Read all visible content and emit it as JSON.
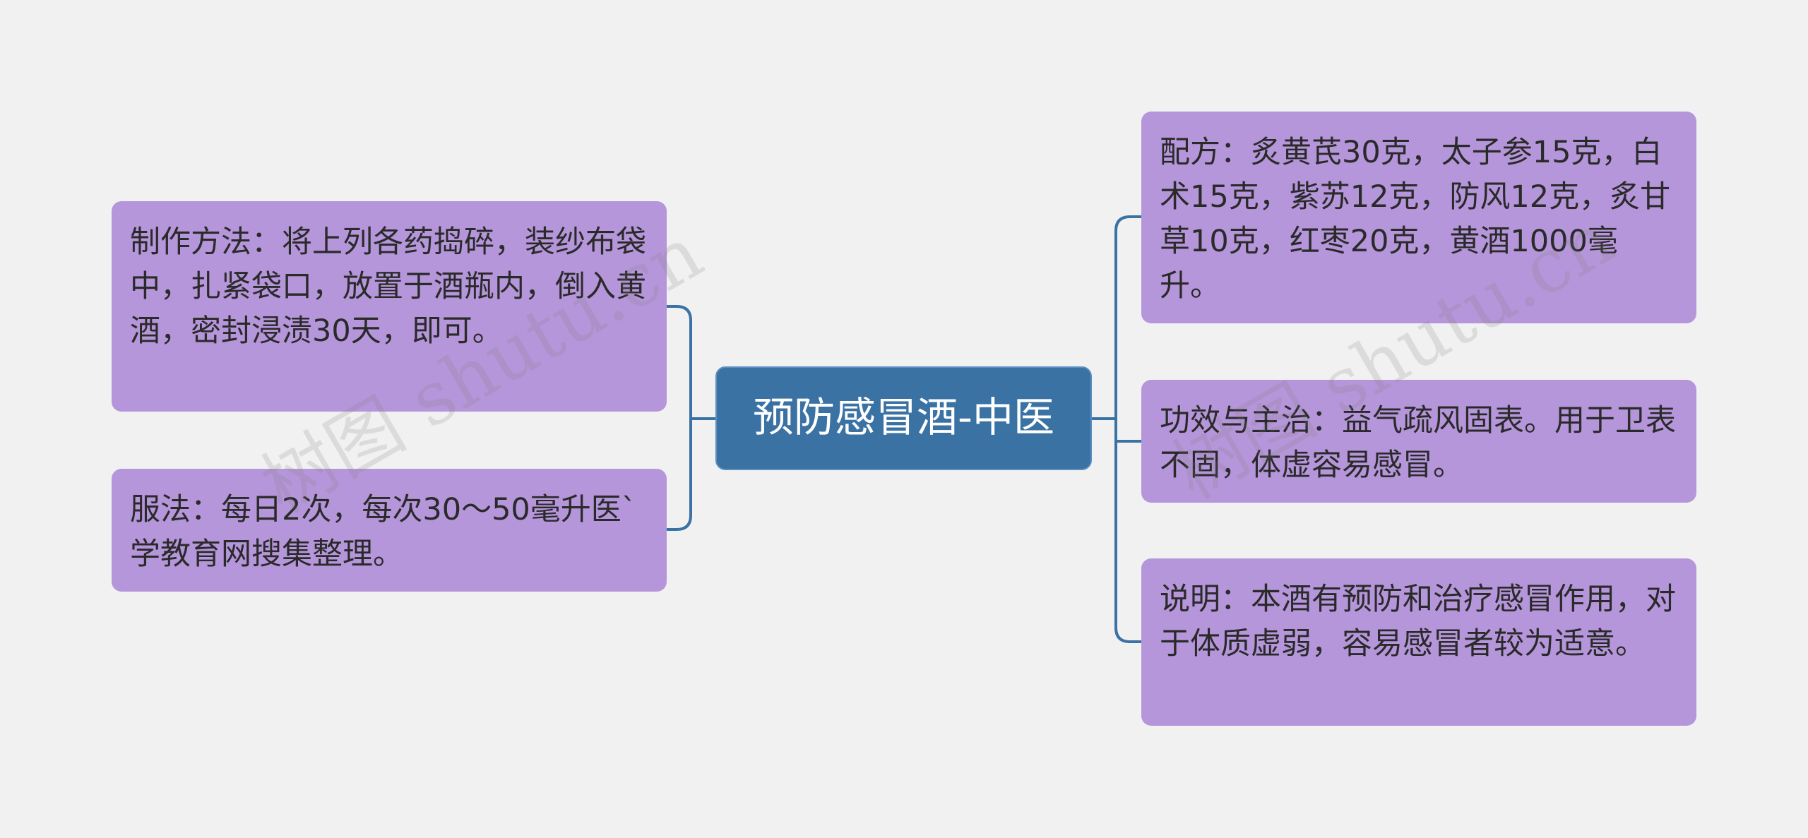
{
  "center": {
    "title": "预防感冒酒-中医"
  },
  "left_nodes": [
    {
      "text": "制作方法：将上列各药捣碎，装纱布袋中，扎紧袋口，放置于酒瓶内，倒入黄酒，密封浸渍30天，即可。"
    },
    {
      "text": "服法：每日2次，每次30～50毫升医`学教育网搜集整理。"
    }
  ],
  "right_nodes": [
    {
      "text": "配方：炙黄芪30克，太子参15克，白术15克，紫苏12克，防风12克，炙甘草10克，红枣20克，黄酒1000毫升。"
    },
    {
      "text": "功效与主治：益气疏风固表。用于卫表不固，体虚容易感冒。"
    },
    {
      "text": "说明：本酒有预防和治疗感冒作用，对于体质虚弱，容易感冒者较为适意。"
    }
  ],
  "watermark": "树图 shutu.cn",
  "colors": {
    "background": "#f1f1f1",
    "center_fill": "#3b72a4",
    "node_fill": "#b696da",
    "connector": "#3b72a4"
  }
}
